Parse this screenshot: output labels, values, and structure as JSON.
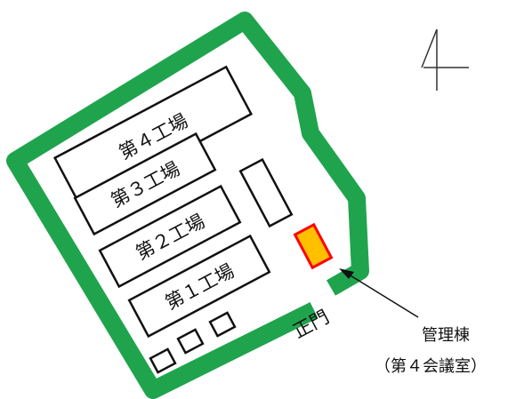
{
  "north_mark": "4",
  "buildings": {
    "factory_4": "第４工場",
    "factory_3": "第３工場",
    "factory_2": "第２工場",
    "factory_1": "第１工場"
  },
  "gate_label": "正門",
  "admin_building": {
    "name": "管理棟",
    "note": "（第４会議室）"
  },
  "colors": {
    "boundary": "#1fa44d",
    "highlight_fill": "#ffc000",
    "highlight_border": "#ff0000",
    "outline": "#111111",
    "background": "#ffffff"
  }
}
